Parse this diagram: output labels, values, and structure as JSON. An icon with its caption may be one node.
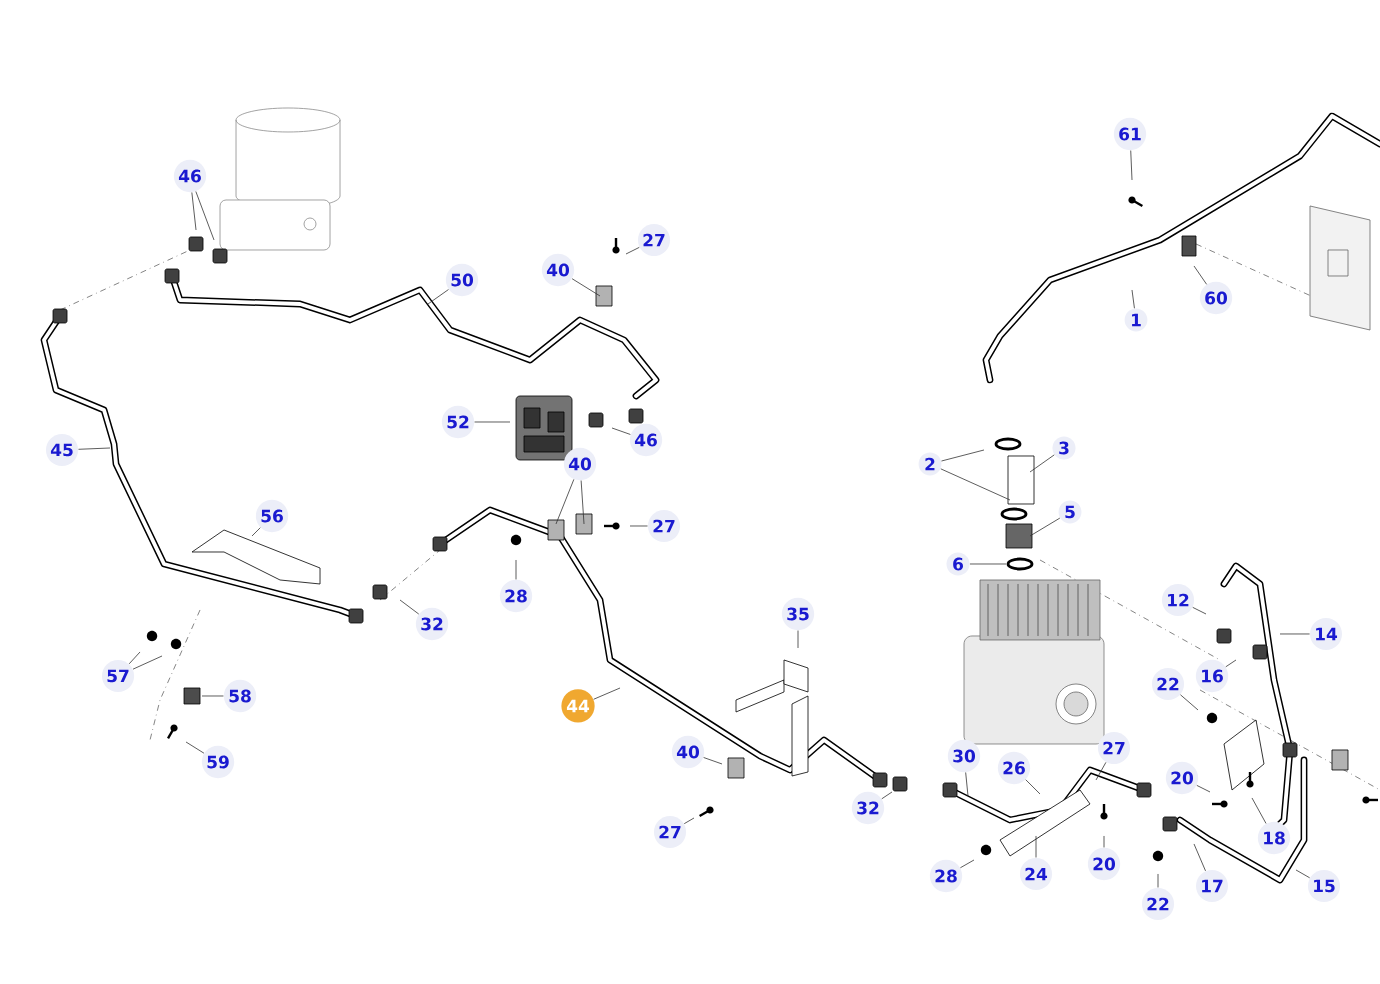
{
  "diagram": {
    "nodes": [
      {
        "text": [
          "46"
        ]
      },
      {
        "text": [
          "50"
        ]
      },
      {
        "text": [
          "27"
        ]
      },
      {
        "text": [
          "40"
        ]
      },
      {
        "text": [
          "52"
        ]
      },
      {
        "text": [
          "46"
        ]
      },
      {
        "text": [
          "40"
        ]
      },
      {
        "text": [
          "27"
        ]
      },
      {
        "text": [
          "45"
        ]
      },
      {
        "text": [
          "56"
        ]
      },
      {
        "text": [
          "28"
        ]
      },
      {
        "text": [
          "32"
        ]
      },
      {
        "text": [
          "57"
        ]
      },
      {
        "text": [
          "58"
        ]
      },
      {
        "text": [
          "59"
        ]
      },
      {
        "text": [
          "44"
        ]
      },
      {
        "text": [
          "35"
        ]
      },
      {
        "text": [
          "40"
        ]
      },
      {
        "text": [
          "27"
        ]
      },
      {
        "text": [
          "32"
        ]
      },
      {
        "text": [
          "30"
        ]
      },
      {
        "text": [
          "26"
        ]
      },
      {
        "text": [
          "27"
        ]
      },
      {
        "text": [
          "28"
        ]
      },
      {
        "text": [
          "24"
        ]
      },
      {
        "text": [
          "20"
        ]
      },
      {
        "text": [
          "20"
        ]
      },
      {
        "text": [
          "22"
        ]
      },
      {
        "text": [
          "17"
        ]
      },
      {
        "text": [
          "15"
        ]
      },
      {
        "text": [
          "18"
        ]
      },
      {
        "text": [
          "22"
        ]
      },
      {
        "text": [
          "16"
        ]
      },
      {
        "text": [
          "12"
        ]
      },
      {
        "text": [
          "14"
        ]
      },
      {
        "text": [
          "6"
        ]
      },
      {
        "text": [
          "5"
        ]
      },
      {
        "text": [
          "3"
        ]
      },
      {
        "text": [
          "2"
        ]
      },
      {
        "text": [
          "61"
        ]
      },
      {
        "text": [
          "60"
        ]
      },
      {
        "text": [
          "1"
        ]
      }
    ],
    "edges": [
      {
        "from": 0,
        "to": null,
        "arrow": "none"
      },
      {
        "from": 0,
        "to": null,
        "arrow": "none"
      },
      {
        "from": 1,
        "to": null,
        "arrow": "none"
      },
      {
        "from": 2,
        "to": null,
        "arrow": "none"
      },
      {
        "from": 3,
        "to": null,
        "arrow": "none"
      },
      {
        "from": 4,
        "to": null,
        "arrow": "none"
      },
      {
        "from": 5,
        "to": null,
        "arrow": "none"
      },
      {
        "from": 6,
        "to": null,
        "arrow": "none"
      },
      {
        "from": 6,
        "to": null,
        "arrow": "none"
      },
      {
        "from": 7,
        "to": null,
        "arrow": "none"
      },
      {
        "from": 8,
        "to": null,
        "arrow": "none"
      },
      {
        "from": 9,
        "to": null,
        "arrow": "none"
      },
      {
        "from": 10,
        "to": null,
        "arrow": "none"
      },
      {
        "from": 11,
        "to": null,
        "arrow": "none"
      },
      {
        "from": 12,
        "to": null,
        "arrow": "none"
      },
      {
        "from": 12,
        "to": null,
        "arrow": "none"
      },
      {
        "from": 13,
        "to": null,
        "arrow": "none"
      },
      {
        "from": 14,
        "to": null,
        "arrow": "none"
      },
      {
        "from": 15,
        "to": null,
        "arrow": "none"
      },
      {
        "from": 16,
        "to": null,
        "arrow": "none"
      },
      {
        "from": 17,
        "to": null,
        "arrow": "none"
      },
      {
        "from": 18,
        "to": null,
        "arrow": "none"
      },
      {
        "from": 19,
        "to": null,
        "arrow": "none"
      },
      {
        "from": 20,
        "to": null,
        "arrow": "none"
      },
      {
        "from": 21,
        "to": null,
        "arrow": "none"
      },
      {
        "from": 22,
        "to": null,
        "arrow": "none"
      },
      {
        "from": 23,
        "to": null,
        "arrow": "none"
      },
      {
        "from": 24,
        "to": null,
        "arrow": "none"
      },
      {
        "from": 25,
        "to": null,
        "arrow": "none"
      },
      {
        "from": 26,
        "to": null,
        "arrow": "none"
      },
      {
        "from": 27,
        "to": null,
        "arrow": "none"
      },
      {
        "from": 28,
        "to": null,
        "arrow": "none"
      },
      {
        "from": 29,
        "to": null,
        "arrow": "none"
      },
      {
        "from": 30,
        "to": null,
        "arrow": "none"
      },
      {
        "from": 31,
        "to": null,
        "arrow": "none"
      },
      {
        "from": 32,
        "to": null,
        "arrow": "none"
      },
      {
        "from": 33,
        "to": null,
        "arrow": "none"
      },
      {
        "from": 34,
        "to": null,
        "arrow": "none"
      },
      {
        "from": 35,
        "to": null,
        "arrow": "none"
      },
      {
        "from": 36,
        "to": null,
        "arrow": "none"
      },
      {
        "from": 37,
        "to": null,
        "arrow": "none"
      },
      {
        "from": 38,
        "to": null,
        "arrow": "none"
      },
      {
        "from": 38,
        "to": null,
        "arrow": "none"
      },
      {
        "from": 39,
        "to": null,
        "arrow": "none"
      },
      {
        "from": 40,
        "to": null,
        "arrow": "none"
      },
      {
        "from": 41,
        "to": null,
        "arrow": "none"
      }
    ]
  }
}
